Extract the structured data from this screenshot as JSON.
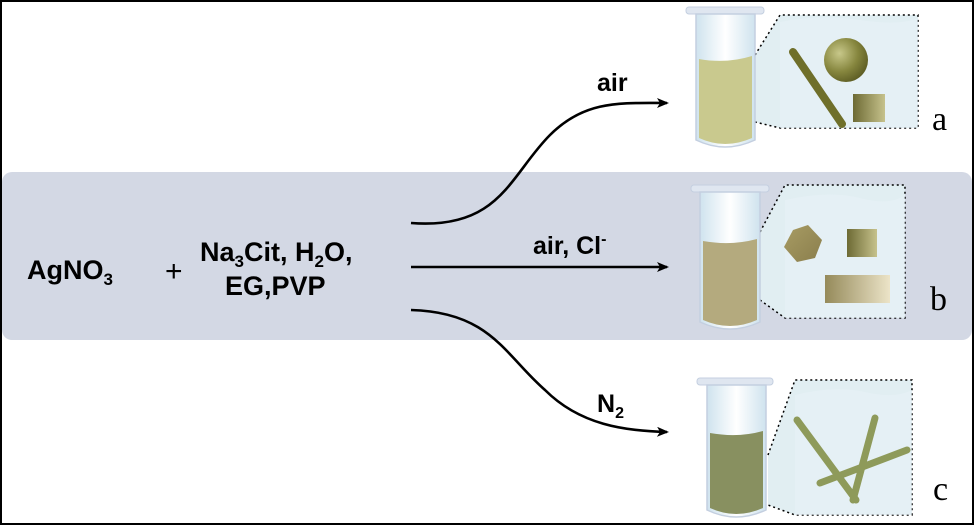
{
  "reactants": {
    "agno3": "AgNO",
    "agno3_sub": "3",
    "plus": "+",
    "line1_na": "Na",
    "line1_na_sub": "3",
    "line1_cit": "Cit, H",
    "line1_h_sub": "2",
    "line1_o": "O,",
    "line2": "EG,PVP"
  },
  "pathways": [
    {
      "condition": "air",
      "label": "a"
    },
    {
      "condition": "air, Cl",
      "condition_sup": "-",
      "label": "b"
    },
    {
      "condition": "N",
      "condition_sub": "2",
      "label": "c"
    }
  ],
  "colors": {
    "band": "#d3d8e4",
    "liquid_a": "#c9c98e",
    "liquid_b": "#b4aa7e",
    "liquid_c": "#889060",
    "zoom_bg": "#e1eef2",
    "wire_a": "#6f6f2a",
    "rods_c": "#8e9a5a"
  },
  "icons": [
    "test-tube-icon",
    "magnified-view-icon",
    "arrow-icon"
  ]
}
